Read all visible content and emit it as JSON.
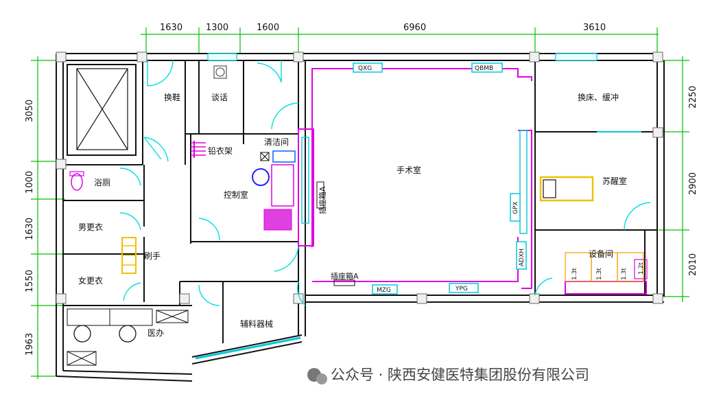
{
  "dimensions": {
    "top": [
      "1630",
      "1300",
      "1600",
      "6960",
      "3610"
    ],
    "left": [
      "3050",
      "1000",
      "1630",
      "1550",
      "1963"
    ],
    "right": [
      "2250",
      "2900",
      "2010"
    ]
  },
  "rooms": {
    "change_shoes": "换鞋",
    "talk": "谈话",
    "cleaning": "清洁间",
    "lead_rack": "铅衣架",
    "control": "控制室",
    "bath_toilet": "浴厕",
    "male_locker": "男更衣",
    "female_locker": "女更衣",
    "scrub": "刷手",
    "doctor_office": "医办",
    "aux_equipment": "辅料器械",
    "operating_room": "手术室",
    "bed_change_buffer": "换床、缓冲",
    "recovery": "苏醒室",
    "equipment": "设备间"
  },
  "equipment_tags": {
    "qxg": "QXG",
    "qbmb": "QBMB",
    "mzg": "MZG",
    "ypg": "YPG",
    "gpx": "GPX",
    "adxh": "ADXH",
    "socket_box_1": "插座箱A",
    "socket_box_2": "插座箱A",
    "cab1": "1.3t",
    "cab2": "1.3t",
    "cab3": "1.3t",
    "cab4": "1.2t"
  },
  "watermark": "公众号 · 陕西安健医特集团股份有限公司",
  "colors": {
    "dimension": "#00c000",
    "door": "#00dede",
    "equipment": "#e000e0",
    "furniture": "#f0c000",
    "wall": "#111111"
  }
}
